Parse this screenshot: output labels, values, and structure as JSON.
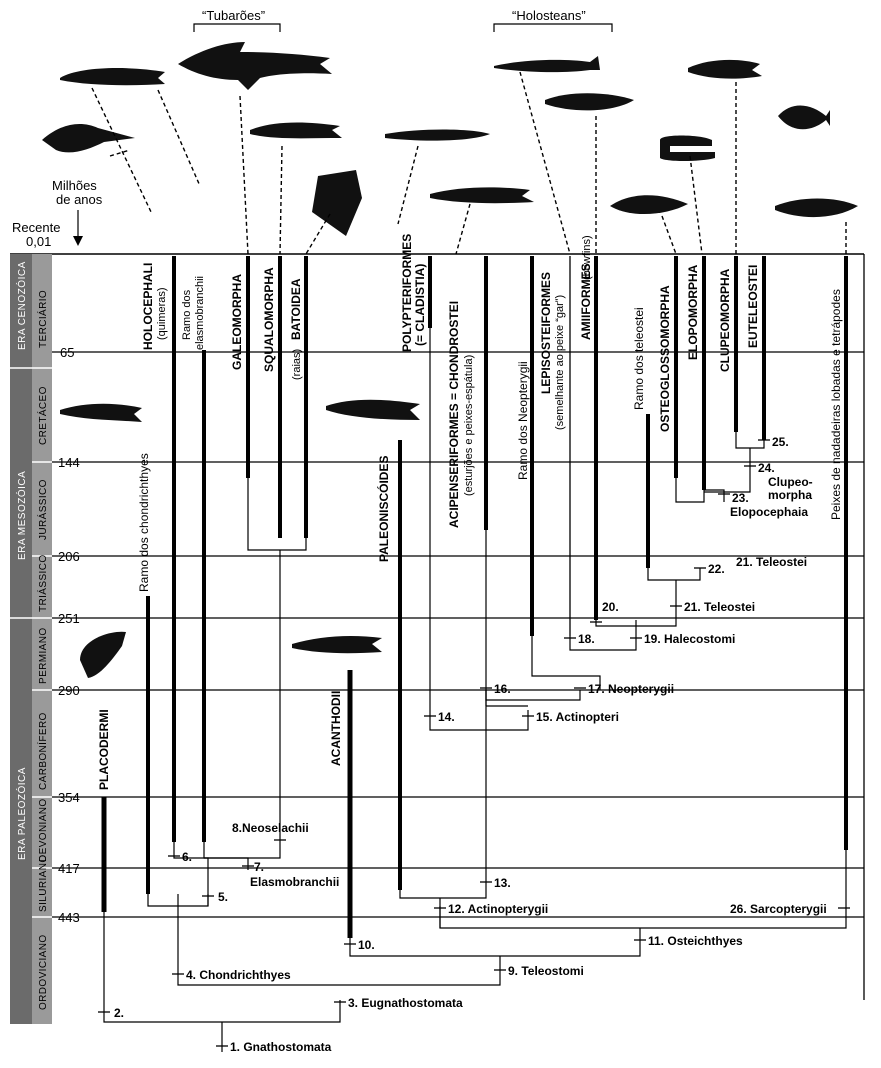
{
  "header": {
    "group_sharks": "“Tubarões”",
    "group_holosteans": "“Holosteans”",
    "time_label_1": "Milhões",
    "time_label_2": "de anos",
    "recent_label": "Recente",
    "recent_value": "0,01"
  },
  "eras": [
    {
      "name": "ERA CENOZÓICA"
    },
    {
      "name": "ERA MESOZÓICA"
    },
    {
      "name": "ERA PALEOZÓICA"
    }
  ],
  "periods": [
    {
      "name": "TERCIÁRIO"
    },
    {
      "name": "CRETÁCEO"
    },
    {
      "name": "JURÁSSICO"
    },
    {
      "name": "TRIÁSSICO"
    },
    {
      "name": "PERMIANO"
    },
    {
      "name": "CARBONÍFERO"
    },
    {
      "name": "DEVONIANO"
    },
    {
      "name": "SILURIANO"
    },
    {
      "name": "ORDOVICIANO"
    }
  ],
  "time_marks": [
    "65",
    "144",
    "206",
    "251",
    "290",
    "354",
    "417",
    "443"
  ],
  "taxa": {
    "holocephali": "HOLOCEPHALI",
    "holocephali_sub": "(quimeras)",
    "elasmo_branch_1": "Ramo dos",
    "elasmo_branch_2": "elasmobranchii",
    "galeomorpha": "GALEOMORPHA",
    "squalomorpha": "SQUALOMORPHA",
    "batoidea": "BATOIDEA",
    "batoidea_sub": "(raias)",
    "chondrichthyes_branch": "Ramo dos chondrichthyes",
    "placodermi": "PLACODERMI",
    "acanthodii": "ACANTHODII",
    "polypteriformes": "POLYPTERIFORMES",
    "polypteriformes_sub": "(= CLADISTIA)",
    "paleoniscoides": "PALEONISCÓIDES",
    "acipenseriformes": "ACIPENSERIFORMES = CHONDROSTEI",
    "acipenseriformes_sub": "(esturjões e peixes-espátula)",
    "neopterygii_branch": "Ramo dos Neopterygii",
    "lepisosteiformes": "LEPISOSTEIFORMES",
    "lepisosteiformes_sub": "(semelhante ao peixe “gar”)",
    "amiiformes": "AMIIFORMES",
    "amiiformes_sub": "(bowfins)",
    "teleostei_branch": "Ramo dos teleostei",
    "osteoglossomorpha": "OSTEOGLOSSOMORPHA",
    "elopomorpha": "ELOPOMORPHA",
    "clupeomorpha": "CLUPEOMORPHA",
    "euteleostei": "EUTELEOSTEI",
    "sarcopterygii_branch": "Peixes de nadadeiras lobadas e tetrápodes"
  },
  "nodes": {
    "n1": "1. Gnathostomata",
    "n2": "2.",
    "n3": "3. Eugnathostomata",
    "n4": "4. Chondrichthyes",
    "n5": "5.",
    "n6": "6.",
    "n7a": "7.",
    "n7b": "Elasmobranchii",
    "n8": "8.Neoselachii",
    "n9": "9. Teleostomi",
    "n10": "10.",
    "n11": "11. Osteichthyes",
    "n12": "12. Actinopterygii",
    "n13": "13.",
    "n14": "14.",
    "n15": "15. Actinopteri",
    "n16": "16.",
    "n17": "17. Neopterygii",
    "n18": "18.",
    "n19": "19. Halecostomi",
    "n20": "20.",
    "n21a": "21. Teleostei",
    "n21b": "21. Teleostei",
    "n22": "22.",
    "n23": "23.",
    "n23b": "Elopocephaia",
    "n24a": "24.",
    "n24b": "Clupeo-",
    "n24c": "morpha",
    "n25": "25.",
    "n26": "26. Sarcopterygii"
  },
  "colors": {
    "era_band": "#6b6b6b",
    "period_band": "#9a9a9a",
    "line": "#000000"
  }
}
